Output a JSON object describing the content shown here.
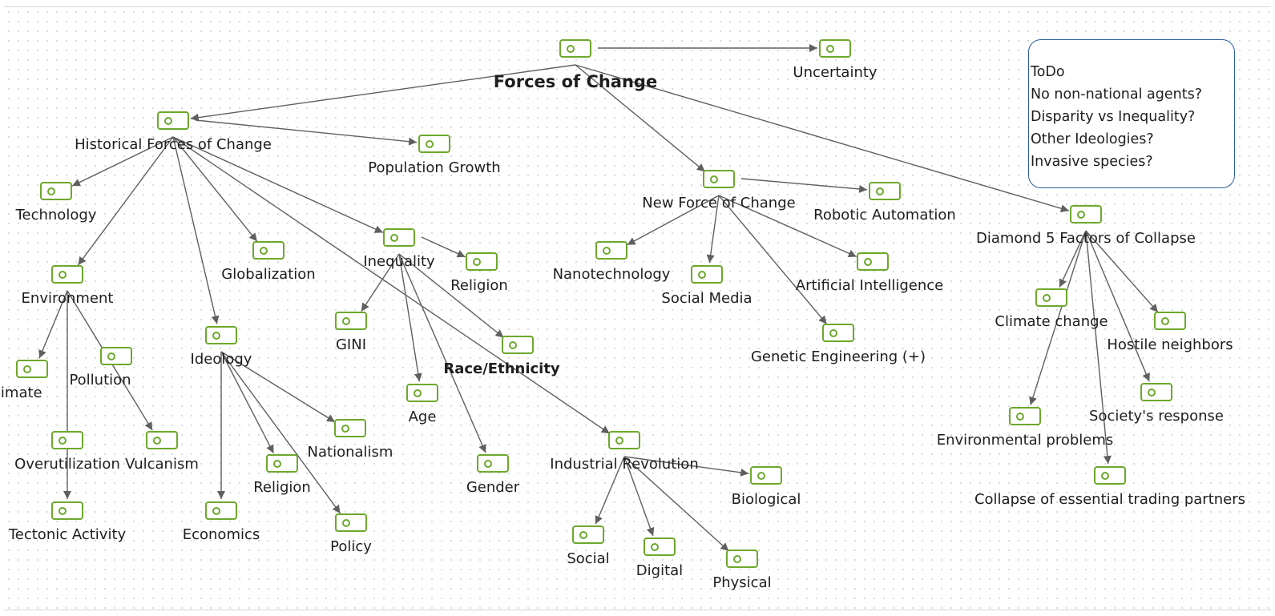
{
  "colors": {
    "node_icon": "#6da82c",
    "edge": "#5f5f5f",
    "note_border": "#2e5fa1",
    "grid_dot": "#cfd3d8"
  },
  "nodes": [
    {
      "id": "root",
      "label": "Forces of Change",
      "icon": "note-card-icon",
      "bold": true,
      "root": true
    },
    {
      "id": "uncertainty",
      "label": "Uncertainty",
      "icon": "note-card-icon"
    },
    {
      "id": "historical",
      "label": "Historical Forces of Change",
      "icon": "note-card-icon"
    },
    {
      "id": "population",
      "label": "Population Growth",
      "icon": "note-card-icon"
    },
    {
      "id": "technology",
      "label": "Technology",
      "icon": "note-card-icon"
    },
    {
      "id": "environment",
      "label": "Environment",
      "icon": "note-card-icon"
    },
    {
      "id": "globalization",
      "label": "Globalization",
      "icon": "note-card-icon"
    },
    {
      "id": "inequality",
      "label": "Inequality",
      "icon": "note-card-icon"
    },
    {
      "id": "religion1",
      "label": "Religion",
      "icon": "note-card-icon"
    },
    {
      "id": "race",
      "label": "Race/Ethnicity",
      "icon": "note-card-icon",
      "bold": true
    },
    {
      "id": "gini",
      "label": "GINI",
      "icon": "note-card-icon"
    },
    {
      "id": "age",
      "label": "Age",
      "icon": "note-card-icon"
    },
    {
      "id": "gender",
      "label": "Gender",
      "icon": "note-card-icon"
    },
    {
      "id": "ideology",
      "label": "Ideology",
      "icon": "note-card-icon"
    },
    {
      "id": "nationalism",
      "label": "Nationalism",
      "icon": "note-card-icon"
    },
    {
      "id": "religion2",
      "label": "Religion",
      "icon": "note-card-icon"
    },
    {
      "id": "policy",
      "label": "Policy",
      "icon": "note-card-icon"
    },
    {
      "id": "economics",
      "label": "Economics",
      "icon": "note-card-icon"
    },
    {
      "id": "climate",
      "label": "Climate",
      "icon": "note-card-icon"
    },
    {
      "id": "pollution",
      "label": "Pollution",
      "icon": "note-card-icon"
    },
    {
      "id": "overutil",
      "label": "Overutilization",
      "icon": "note-card-icon"
    },
    {
      "id": "vulcanism",
      "label": "Vulcanism",
      "icon": "note-card-icon"
    },
    {
      "id": "tectonic",
      "label": "Tectonic Activity",
      "icon": "note-card-icon"
    },
    {
      "id": "industrial",
      "label": "Industrial Revolution",
      "icon": "note-card-icon"
    },
    {
      "id": "biological",
      "label": "Biological",
      "icon": "note-card-icon"
    },
    {
      "id": "social",
      "label": "Social",
      "icon": "note-card-icon"
    },
    {
      "id": "digital",
      "label": "Digital",
      "icon": "note-card-icon"
    },
    {
      "id": "physical",
      "label": "Physical",
      "icon": "note-card-icon"
    },
    {
      "id": "newforce",
      "label": "New Force of Change",
      "icon": "note-card-icon"
    },
    {
      "id": "robotic",
      "label": "Robotic Automation",
      "icon": "note-card-icon"
    },
    {
      "id": "nano",
      "label": "Nanotechnology",
      "icon": "note-card-icon"
    },
    {
      "id": "socialmedia",
      "label": "Social Media",
      "icon": "note-card-icon"
    },
    {
      "id": "ai",
      "label": "Artificial Intelligence",
      "icon": "note-card-icon"
    },
    {
      "id": "genetic",
      "label": "Genetic Engineering (+)",
      "icon": "note-card-icon"
    },
    {
      "id": "diamond",
      "label": "Diamond 5 Factors of Collapse",
      "icon": "note-card-icon"
    },
    {
      "id": "climatechange",
      "label": "Climate change",
      "icon": "note-card-icon"
    },
    {
      "id": "hostile",
      "label": "Hostile neighbors",
      "icon": "note-card-icon"
    },
    {
      "id": "envproblems",
      "label": "Environmental problems",
      "icon": "note-card-icon"
    },
    {
      "id": "society",
      "label": "Society's response",
      "icon": "note-card-icon"
    },
    {
      "id": "trading",
      "label": "Collapse of essential trading partners",
      "icon": "note-card-icon"
    }
  ],
  "edges": [
    [
      "root",
      "uncertainty"
    ],
    [
      "root",
      "historical"
    ],
    [
      "root",
      "newforce"
    ],
    [
      "root",
      "diamond"
    ],
    [
      "historical",
      "population"
    ],
    [
      "historical",
      "technology"
    ],
    [
      "historical",
      "environment"
    ],
    [
      "historical",
      "ideology"
    ],
    [
      "historical",
      "globalization"
    ],
    [
      "historical",
      "inequality"
    ],
    [
      "historical",
      "industrial"
    ],
    [
      "inequality",
      "religion1"
    ],
    [
      "inequality",
      "gini"
    ],
    [
      "inequality",
      "age"
    ],
    [
      "inequality",
      "gender"
    ],
    [
      "inequality",
      "race"
    ],
    [
      "environment",
      "climate"
    ],
    [
      "environment",
      "tectonic"
    ],
    [
      "environment",
      "vulcanism"
    ],
    [
      "ideology",
      "economics"
    ],
    [
      "ideology",
      "religion2"
    ],
    [
      "ideology",
      "policy"
    ],
    [
      "ideology",
      "nationalism"
    ],
    [
      "industrial",
      "biological"
    ],
    [
      "industrial",
      "social"
    ],
    [
      "industrial",
      "digital"
    ],
    [
      "industrial",
      "physical"
    ],
    [
      "newforce",
      "robotic"
    ],
    [
      "newforce",
      "nano"
    ],
    [
      "newforce",
      "socialmedia"
    ],
    [
      "newforce",
      "ai"
    ],
    [
      "newforce",
      "genetic"
    ],
    [
      "diamond",
      "climatechange"
    ],
    [
      "diamond",
      "hostile"
    ],
    [
      "diamond",
      "envproblems"
    ],
    [
      "diamond",
      "society"
    ],
    [
      "diamond",
      "trading"
    ]
  ],
  "todo_note": {
    "lines": [
      "ToDo",
      "No non-national agents?",
      "Disparity vs Inequality?",
      "Other Ideologies?",
      "Invasive species?"
    ]
  }
}
